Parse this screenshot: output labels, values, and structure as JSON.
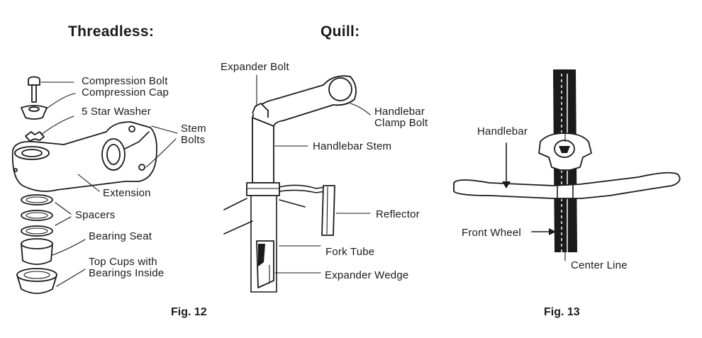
{
  "headings": {
    "threadless": "Threadless:",
    "quill": "Quill:"
  },
  "threadless_labels": {
    "compression_bolt": "Compression Bolt",
    "compression_cap": "Compression Cap",
    "star_washer": "5 Star Washer",
    "stem_bolts": "Stem\nBolts",
    "extension": "Extension",
    "spacers": "Spacers",
    "bearing_seat": "Bearing Seat",
    "top_cups": "Top Cups with\nBearings Inside"
  },
  "quill_labels": {
    "expander_bolt": "Expander Bolt",
    "handlebar_clamp_bolt": "Handlebar\nClamp Bolt",
    "handlebar_stem": "Handlebar Stem",
    "reflector": "Reflector",
    "fork_tube": "Fork Tube",
    "expander_wedge": "Expander Wedge"
  },
  "alignment_labels": {
    "handlebar": "Handlebar",
    "front_wheel": "Front Wheel",
    "center_line": "Center Line"
  },
  "figures": {
    "fig12": "Fig. 12",
    "fig13": "Fig. 13"
  }
}
